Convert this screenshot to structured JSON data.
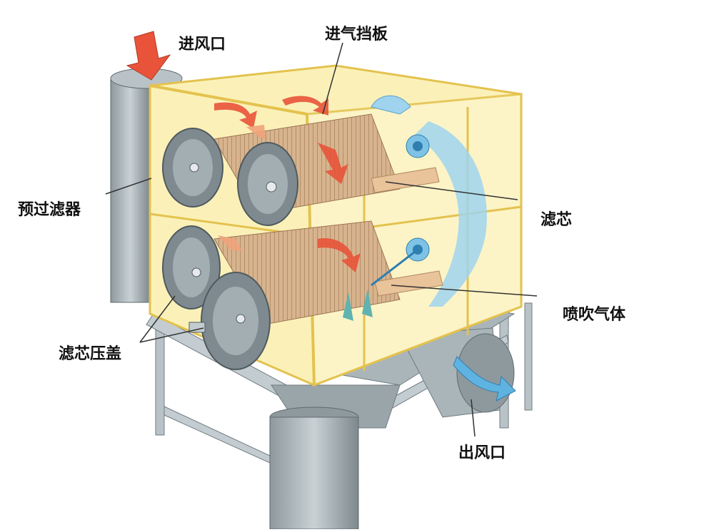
{
  "labels": {
    "inlet": "进风口",
    "inlet_baffle": "进气挡板",
    "prefilter": "预过滤器",
    "filter_cartridge": "滤芯",
    "pulse_gas": "喷吹气体",
    "cartridge_cap": "滤芯压盖",
    "outlet": "出风口"
  },
  "colors": {
    "housing_yellow": "#f3d86a",
    "housing_fill": "#fbf1b8",
    "steel_gray": "#a9b4b9",
    "steel_dark": "#6f7b80",
    "airflow_red": "#e8533a",
    "airflow_blue": "#7ec3e6",
    "filter_tan": "#e9c39a"
  }
}
